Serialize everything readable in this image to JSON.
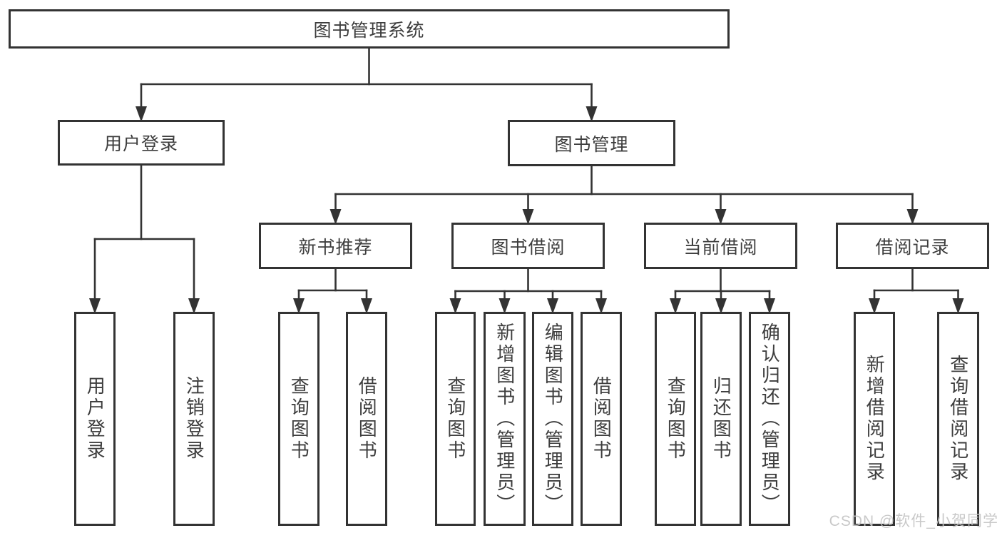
{
  "colors": {
    "line": "#333333",
    "box_border": "#333333",
    "text": "#3d3d3d",
    "background": "#ffffff",
    "watermark": "#c4c4c4"
  },
  "watermark": "CSDN @软件_小贺同学",
  "diagram": {
    "nodes": [
      {
        "id": "root",
        "label": "图书管理系统"
      },
      {
        "id": "login",
        "label": "用户登录"
      },
      {
        "id": "mgmt",
        "label": "图书管理"
      },
      {
        "id": "rec",
        "label": "新书推荐"
      },
      {
        "id": "borrow",
        "label": "图书借阅"
      },
      {
        "id": "current",
        "label": "当前借阅"
      },
      {
        "id": "records",
        "label": "借阅记录"
      },
      {
        "id": "v-login",
        "label": "用户登录"
      },
      {
        "id": "v-logout",
        "label": "注销登录"
      },
      {
        "id": "v-rec-query",
        "label": "查询图书"
      },
      {
        "id": "v-rec-borrow",
        "label": "借阅图书"
      },
      {
        "id": "v-borrow-query",
        "label": "查询图书"
      },
      {
        "id": "v-borrow-add",
        "label": "新增图书（管理员）"
      },
      {
        "id": "v-borrow-edit",
        "label": "编辑图书（管理员）"
      },
      {
        "id": "v-borrow-lend",
        "label": "借阅图书"
      },
      {
        "id": "v-cur-query",
        "label": "查询图书"
      },
      {
        "id": "v-cur-return",
        "label": "归还图书"
      },
      {
        "id": "v-cur-confirm",
        "label": "确认归还（管理员）"
      },
      {
        "id": "v-hist-add",
        "label": "新增借阅记录"
      },
      {
        "id": "v-hist-query",
        "label": "查询借阅记录"
      }
    ],
    "edges": [
      {
        "from": "root",
        "to": [
          "login",
          "mgmt"
        ]
      },
      {
        "from": "login",
        "to": [
          "v-login",
          "v-logout"
        ]
      },
      {
        "from": "mgmt",
        "to": [
          "rec",
          "borrow",
          "current",
          "records"
        ]
      },
      {
        "from": "rec",
        "to": [
          "v-rec-query",
          "v-rec-borrow"
        ]
      },
      {
        "from": "borrow",
        "to": [
          "v-borrow-query",
          "v-borrow-add",
          "v-borrow-edit",
          "v-borrow-lend"
        ]
      },
      {
        "from": "current",
        "to": [
          "v-cur-query",
          "v-cur-return",
          "v-cur-confirm"
        ]
      },
      {
        "from": "records",
        "to": [
          "v-hist-add",
          "v-hist-query"
        ]
      }
    ]
  }
}
